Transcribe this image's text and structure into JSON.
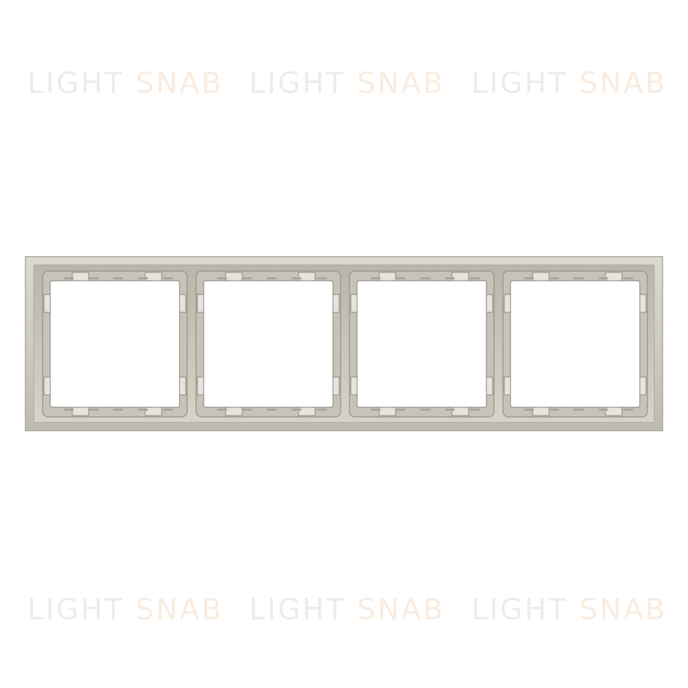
{
  "watermark": {
    "part1": "LIGHT",
    "part2": "SNAB"
  },
  "product": {
    "name": "4-gang frame",
    "color": "#cfcbbf",
    "slot_count": 4
  }
}
